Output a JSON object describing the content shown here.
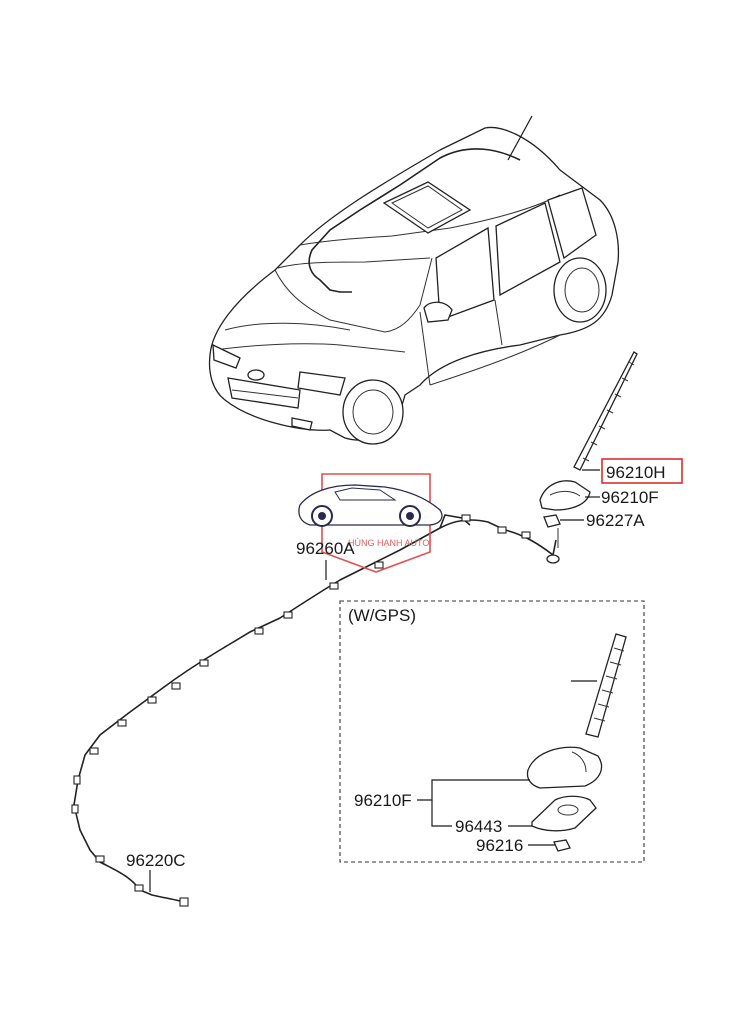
{
  "labels": {
    "mast": "96210H",
    "base_top": "96210F",
    "nut_top": "96227A",
    "cable_roof": "96260A",
    "cable_main": "96220C",
    "gps_section": "(W/GPS)",
    "gps_base": "96210F",
    "gps_pad": "96443",
    "gps_nut": "96216"
  },
  "watermark": {
    "text": "HÙNG HẠNH AUTO",
    "color": "#e03030"
  },
  "colors": {
    "line": "#1a1a1a",
    "highlight_box": "#d93030"
  }
}
